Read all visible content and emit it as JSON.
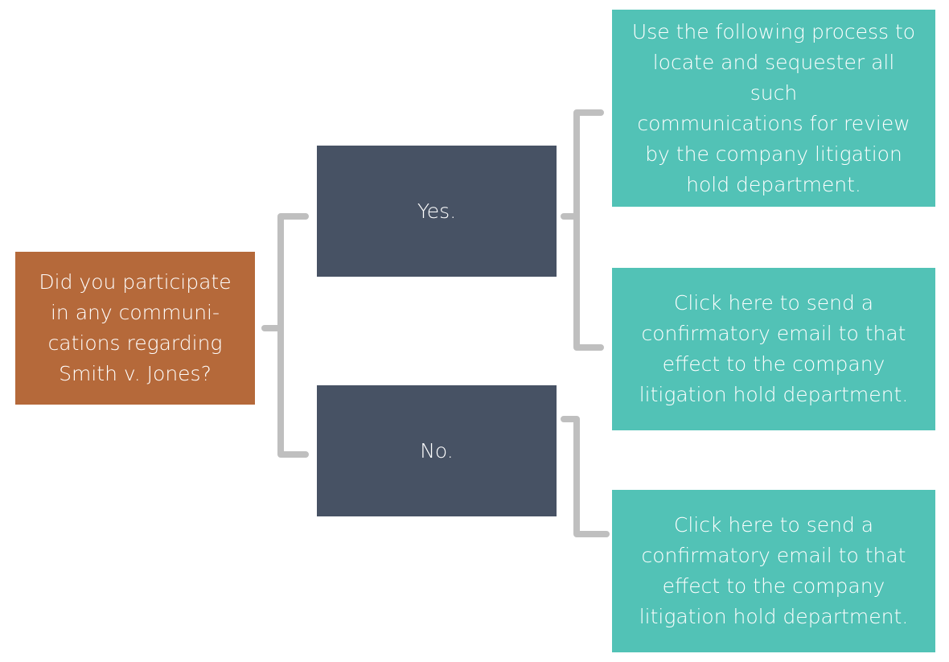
{
  "colors": {
    "question": "#B5693A",
    "answer": "#475264",
    "action": "#52C2B6",
    "connector": "#BFBFBF"
  },
  "question": {
    "text": "Did you participate\nin any communi-\ncations regarding\nSmith v. Jones?"
  },
  "answers": {
    "yes": "Yes.",
    "no": "No."
  },
  "actions": {
    "sequester": "Use the following process to\nlocate and sequester all such\ncommunications for review\nby the company litigation\nhold department.",
    "confirm_yes": "Click here to send a\nconfirmatory email to that\neffect to the company\nlitigation hold department.",
    "confirm_no": "Click here to send a\nconfirmatory email to that\neffect to the company\nlitigation hold department."
  }
}
